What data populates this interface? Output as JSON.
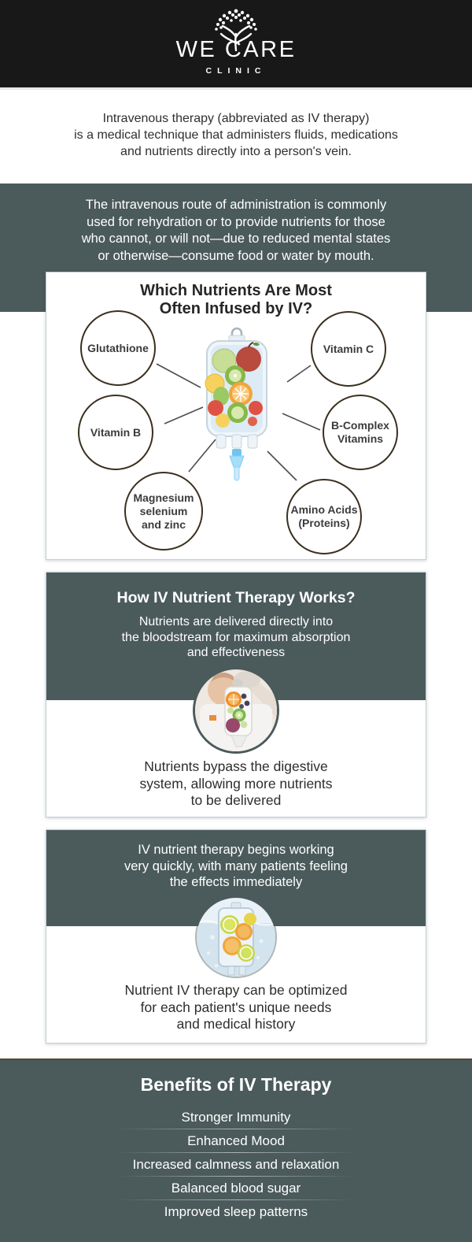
{
  "brand": {
    "name": "WE CARE",
    "subname": "CLINIC"
  },
  "intro": {
    "text": "Intravenous therapy (abbreviated as IV therapy)\nis a medical technique that administers fluids, medications\nand nutrients directly into a person's vein."
  },
  "route_banner": {
    "text": "The intravenous route of administration is commonly\nused for rehydration or to provide nutrients for those\nwho cannot, or will not—due to reduced mental states\nor otherwise—consume food or water by mouth."
  },
  "nutrients_card": {
    "title": "Which Nutrients Are Most\nOften Infused by IV?",
    "center_icon": "iv-bag-with-fruits",
    "items": [
      {
        "label": "Glutathione"
      },
      {
        "label": "Vitamin C"
      },
      {
        "label": "Vitamin B"
      },
      {
        "label": "B-Complex\nVitamins"
      },
      {
        "label": "Magnesium\nselenium\nand zinc"
      },
      {
        "label": "Amino Acids\n(Proteins)"
      }
    ]
  },
  "how_card": {
    "title": "How IV Nutrient Therapy Works?",
    "top_text": "Nutrients are delivered directly into\nthe bloodstream for maximum absorption\nand effectiveness",
    "bottom_text": "Nutrients bypass the digestive\nsystem, allowing more nutrients\nto be delivered",
    "photo": "gloved-hands-holding-fruit-iv-bag"
  },
  "fast_card": {
    "top_text": "IV nutrient therapy begins working\nvery quickly, with many patients feeling\nthe effects immediately",
    "bottom_text": "Nutrient IV therapy can be optimized\nfor each patient's unique needs\nand medical history",
    "photo": "citrus-iv-bag-in-water"
  },
  "benefits": {
    "title": "Benefits of IV Therapy",
    "items": [
      "Stronger Immunity",
      "Enhanced Mood",
      "Increased calmness and relaxation",
      "Balanced blood sugar",
      "Improved sleep patterns"
    ]
  },
  "colors": {
    "header_bg": "#181818",
    "slate": "#4b5a5b",
    "circle_border": "#3a3020",
    "accent_line": "#57482e",
    "text_dark": "#2d2d2d"
  }
}
